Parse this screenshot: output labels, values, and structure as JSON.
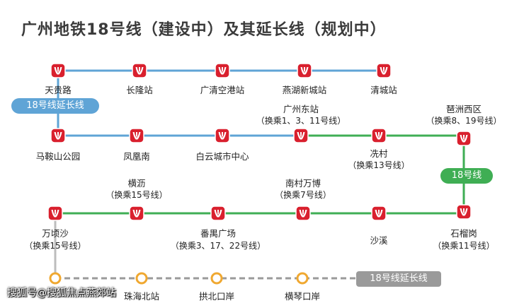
{
  "title": "广州地铁18号线（建设中）及其延长线（规划中）",
  "badges": {
    "extension_top": "18号线延长线",
    "line18": "18号线",
    "extension_bottom": "18号线延长线"
  },
  "colors": {
    "extension_blue": "#5fa4d6",
    "line18_green": "#3fae54",
    "planned_gray": "#9a9a9a",
    "metro_red": "#d9202e",
    "planned_station_orange": "#f0a830"
  },
  "icons": {
    "station": "guangzhou-metro-logo-icon",
    "planned_station": "hollow-circle-icon"
  },
  "stations": {
    "tianguilu": {
      "name": "天贵路"
    },
    "changlongzhan": {
      "name": "长隆站"
    },
    "guangqingkonggang": {
      "name": "广清空港站"
    },
    "yanhuxincheng": {
      "name": "燕湖新城站"
    },
    "qingchengzhan": {
      "name": "清城站"
    },
    "maanshangongyuan": {
      "name": "马鞍山公园"
    },
    "fenghuangnan": {
      "name": "凤凰南"
    },
    "baiyunchengshizhongxin": {
      "name": "白云城市中心"
    },
    "guangzhoudongzhan": {
      "name": "广州东站",
      "transfer": "（换乘1、3、11号线）"
    },
    "xiancun": {
      "name": "冼村",
      "transfer": "（换乘13号线）"
    },
    "pazhouxiqu": {
      "name": "琶洲西区",
      "transfer": "（换乘8、19号线）"
    },
    "hengli": {
      "name": "横沥",
      "transfer": "（换乘15号线）"
    },
    "nancunwanbo": {
      "name": "南村万博",
      "transfer": "（换乘7号线）"
    },
    "wanqingsha": {
      "name": "万顷沙",
      "transfer": "（换乘15号线）"
    },
    "panyuguangchang": {
      "name": "番禺广场",
      "transfer": "（换乘3、17、22号线）"
    },
    "shaxi": {
      "name": "沙溪"
    },
    "shiliugang": {
      "name": "石榴岗",
      "transfer": "（换乘11号线）"
    },
    "zhuhaibeizhan": {
      "name": "珠海北站"
    },
    "gongbeikouan": {
      "name": "拱北口岸"
    },
    "hengqinkouan": {
      "name": "横琴口岸"
    }
  },
  "watermark": "搜狐号@搜狐焦点燕郊站"
}
